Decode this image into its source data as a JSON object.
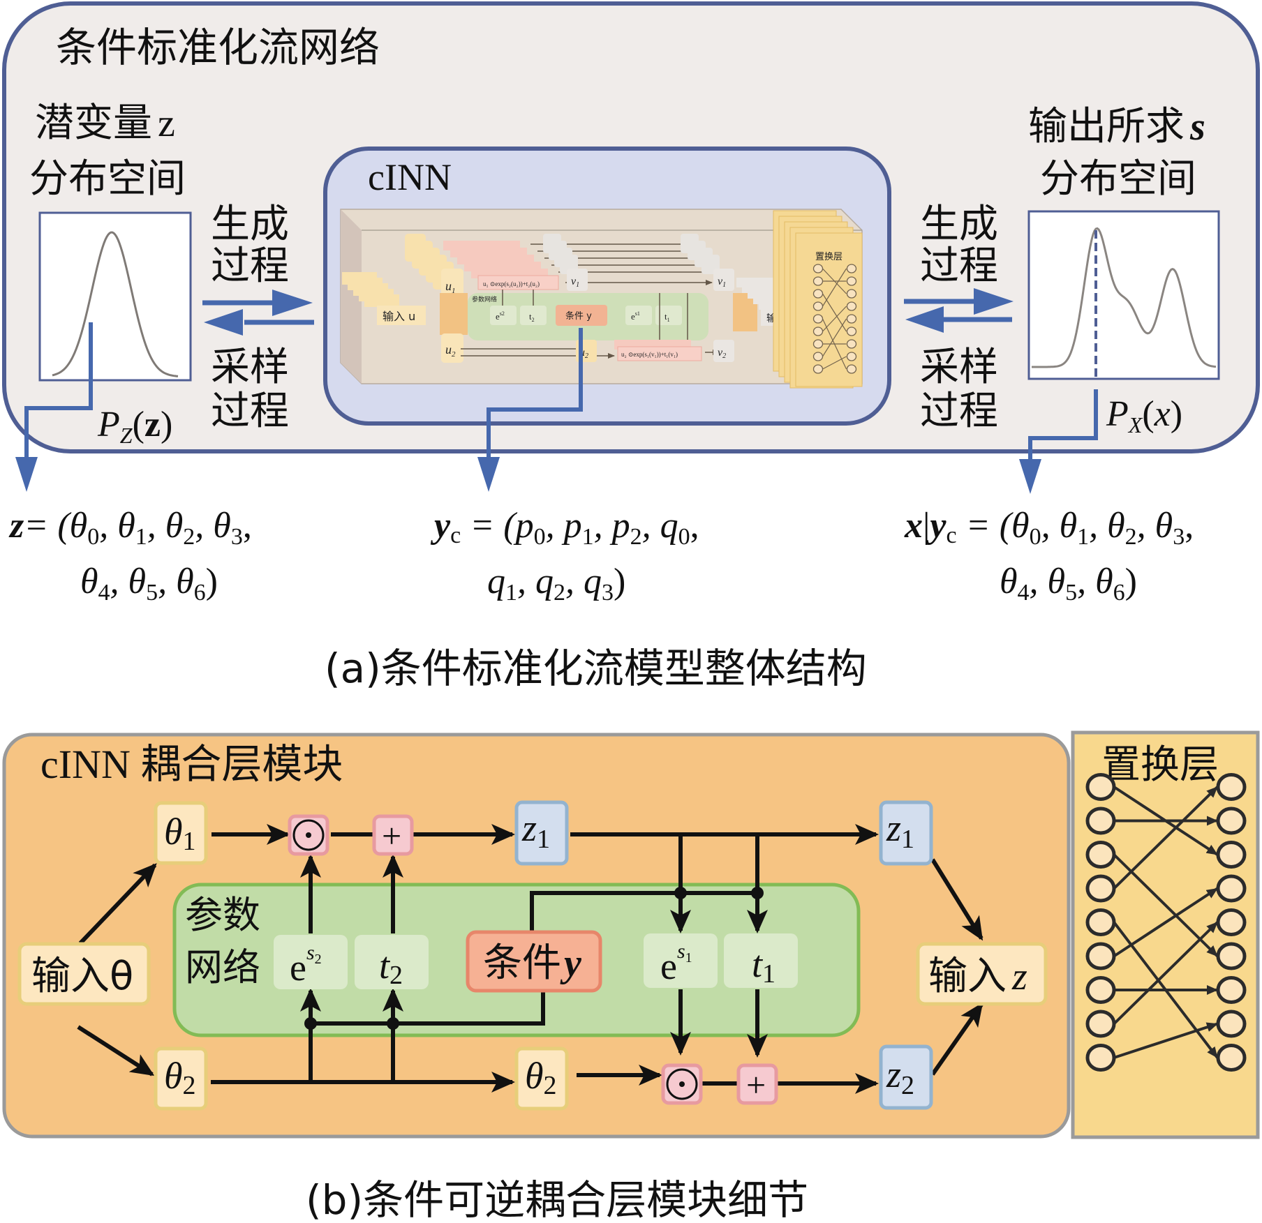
{
  "colors": {
    "panel_a_bg": "#f0ecea",
    "panel_a_border": "#4f5e94",
    "cinn_bg": "#d6daee",
    "flow_blue": "#4668ad",
    "panel_b_bg": "#f6c483",
    "panel_b_border": "#9a9a9a",
    "param_net_bg": "#c1dca7",
    "param_net_border": "#82bb55",
    "input_box_bg": "#fde7c0",
    "input_box_border": "#e7ce7a",
    "op_box_bg": "#f6cad0",
    "op_box_border": "#e79aa0",
    "z_box_bg": "#d3deee",
    "z_box_border": "#93b3cf",
    "cond_box_bg": "#f6b194",
    "cond_box_border": "#e7866a",
    "st_box_bg": "#dbeaca",
    "perm_bg": "#f8d88d",
    "node_fill": "#fbe4bd",
    "node_stroke": "#2b2b2b"
  },
  "panel_a": {
    "title": "条件标准化流网络",
    "latent_title_line1": "潜变量",
    "latent_title_var": "z",
    "latent_title_line2": "分布空间",
    "output_title_line1": "输出所求",
    "output_title_var": "s",
    "output_title_line2": "分布空间",
    "gen_label_line1": "生成",
    "gen_label_line2": "过程",
    "sample_label_line1": "采样",
    "sample_label_line2": "过程",
    "pz_label_p": "P",
    "pz_label_sub": "Z",
    "pz_label_arg": "z",
    "px_label_p": "P",
    "px_label_sub": "X",
    "px_label_arg": "x",
    "cinn_title": "cINN",
    "cinn_inner": {
      "input_label": "输入 u",
      "u1": "u",
      "u1_sub": "1",
      "u2": "u",
      "u2_sub": "2",
      "v1": "v",
      "v1_sub": "1",
      "v2": "v",
      "v2_sub": "2",
      "formula_top": "u₁ ⊙exp(s₂(u₂))+t₂(u₂)",
      "formula_bottom": "u₂ ⊙exp(s₁(v₁))+t₁(v₁)",
      "param_net": "参数网络",
      "es2": "e",
      "es2_sup": "s2",
      "t2": "t",
      "t2_sub": "2",
      "cond": "条件 y",
      "es1": "e",
      "es1_sup": "s1",
      "t1": "t",
      "t1_sub": "1",
      "output_label": "输出v",
      "perm_label": "置换层"
    },
    "eq_z_line1": [
      "z",
      "= (θ",
      "0",
      ", θ",
      "1",
      ", θ",
      "2",
      ", θ",
      "3",
      ","
    ],
    "eq_z_line2": [
      "θ",
      "4",
      ", θ",
      "5",
      ", θ",
      "6",
      ")"
    ],
    "eq_y_line1": [
      "y",
      "c",
      " = (p",
      "0",
      ", p",
      "1",
      ", p",
      "2",
      ", q",
      "0",
      ","
    ],
    "eq_y_line2": [
      "q",
      "1",
      ", q",
      "2",
      ", q",
      "3",
      ")"
    ],
    "eq_x_line1": [
      "x",
      "|",
      "y",
      "c",
      " = (θ",
      "0",
      ", θ",
      "1",
      ", θ",
      "2",
      ", θ",
      "3",
      ","
    ],
    "eq_x_line2": [
      "θ",
      "4",
      ", θ",
      "5",
      ", θ",
      "6",
      ")"
    ]
  },
  "caption_a": "(a)条件标准化流模型整体结构",
  "panel_b": {
    "title": "cINN 耦合层模块",
    "input_theta": "输入θ",
    "theta1": "θ",
    "theta1_sub": "1",
    "theta2": "θ",
    "theta2_sub": "2",
    "theta2b": "θ",
    "theta2b_sub": "2",
    "odot": "⊙",
    "plus": "+",
    "z1": "z",
    "z1_sub": "1",
    "z1b": "z",
    "z1b_sub": "1",
    "z2": "z",
    "z2_sub": "2",
    "param_net_line1": "参数",
    "param_net_line2": "网络",
    "es2": "e",
    "es2_sup": "s",
    "es2_sup_sub": "2",
    "t2": "t",
    "t2_sub": "2",
    "cond_y_cjk": "条件",
    "cond_y_var": "y",
    "es1": "e",
    "es1_sup": "s",
    "es1_sup_sub": "1",
    "t1": "t",
    "t1_sub": "1",
    "input_z_cjk": "输入",
    "input_z_var": "z"
  },
  "permutation_layer": {
    "title": "置换层",
    "node_count": 9,
    "mapping": [
      2,
      1,
      5,
      0,
      8,
      3,
      6,
      4,
      7
    ]
  },
  "caption_b": "(b)条件可逆耦合层模块细节"
}
